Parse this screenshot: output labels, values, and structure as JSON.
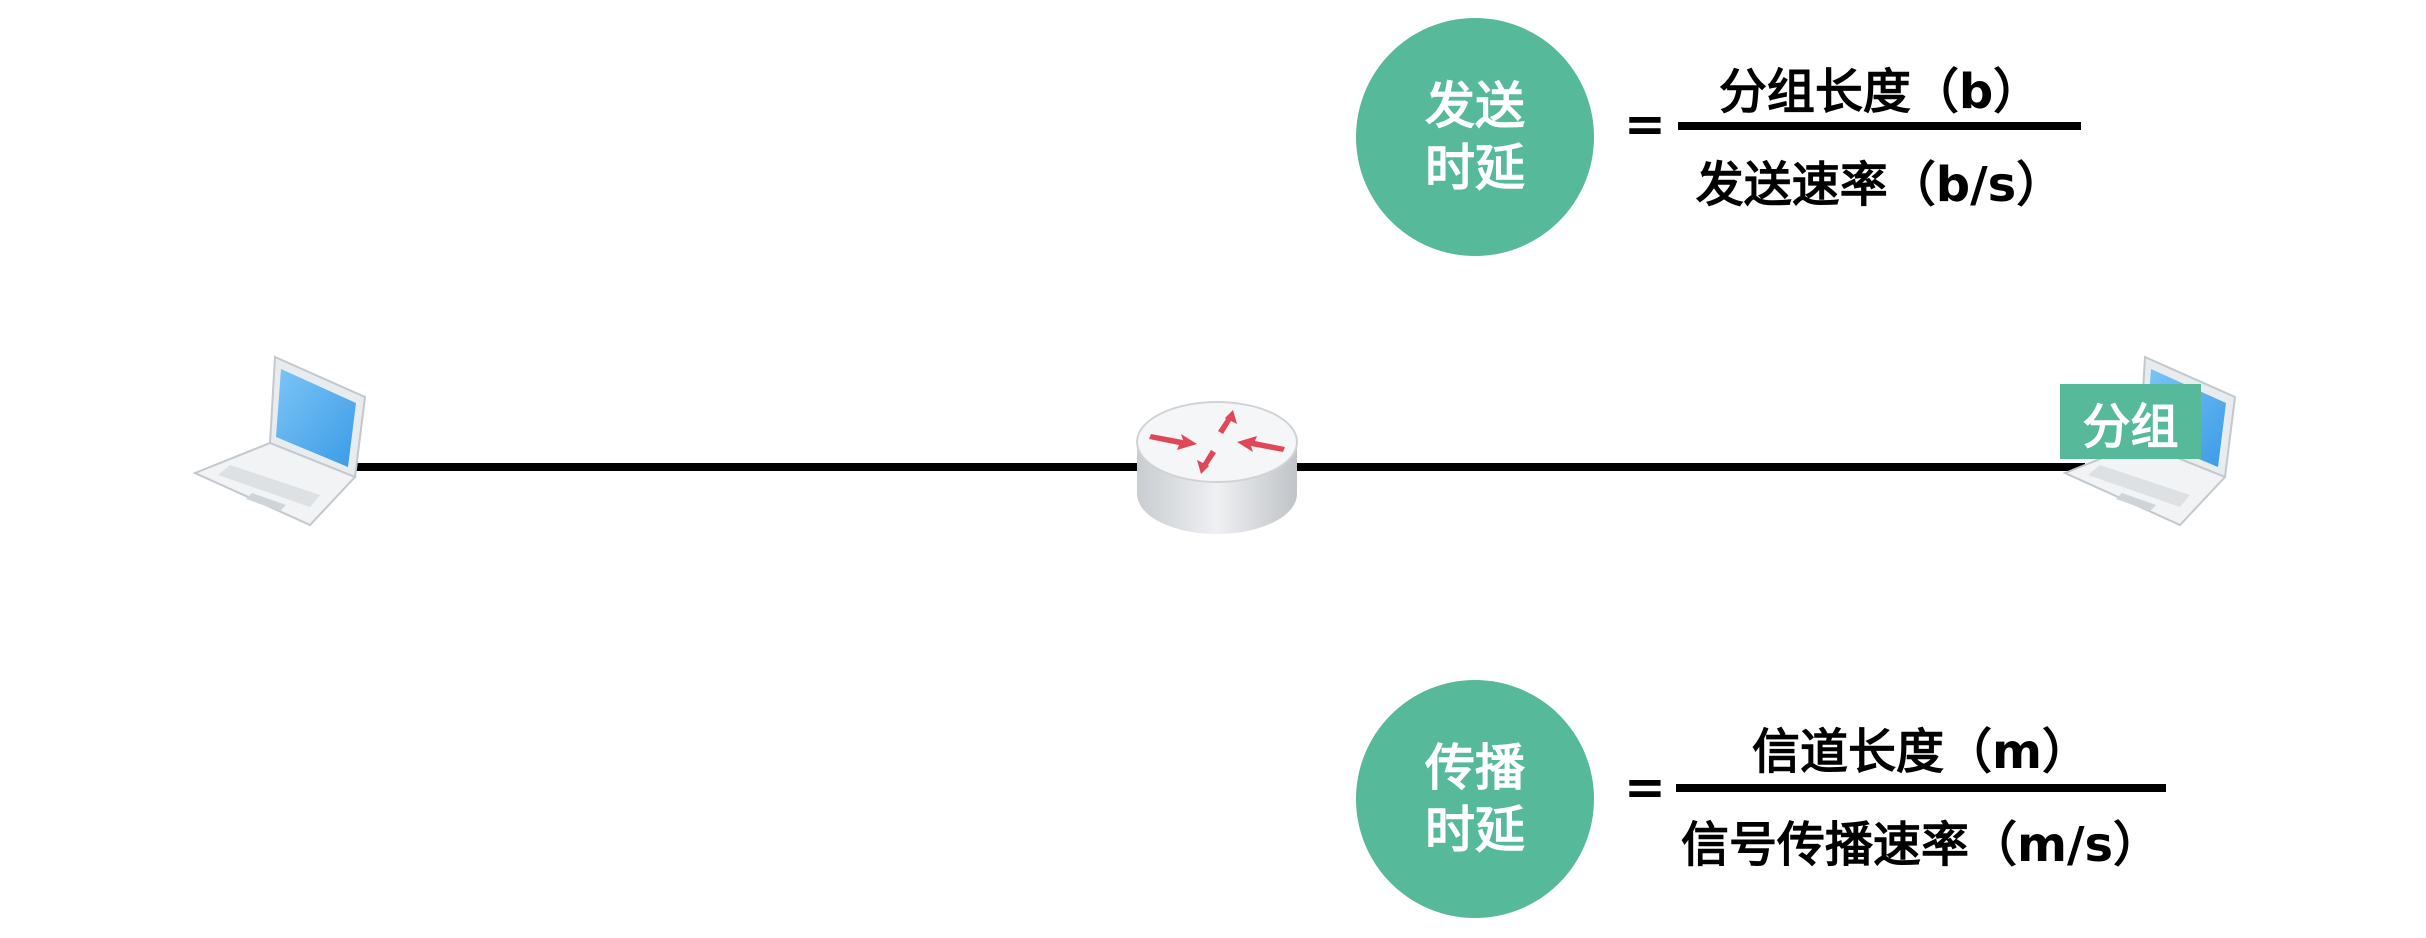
{
  "colors": {
    "accent": "#55b99a",
    "link": "#000000",
    "router_arrow": "#e0485a"
  },
  "transmission_delay": {
    "circle_line1": "发送",
    "circle_line2": "时延",
    "equals": "=",
    "numerator": "分组长度（b）",
    "denominator": "发送速率（b/s）"
  },
  "propagation_delay": {
    "circle_line1": "传播",
    "circle_line2": "时延",
    "equals": "=",
    "numerator": "信道长度（m）",
    "denominator": "信号传播速率（m/s）"
  },
  "packet_label": "分组",
  "icons": {
    "left_host": "laptop-icon",
    "router": "router-icon",
    "right_host": "laptop-icon"
  }
}
